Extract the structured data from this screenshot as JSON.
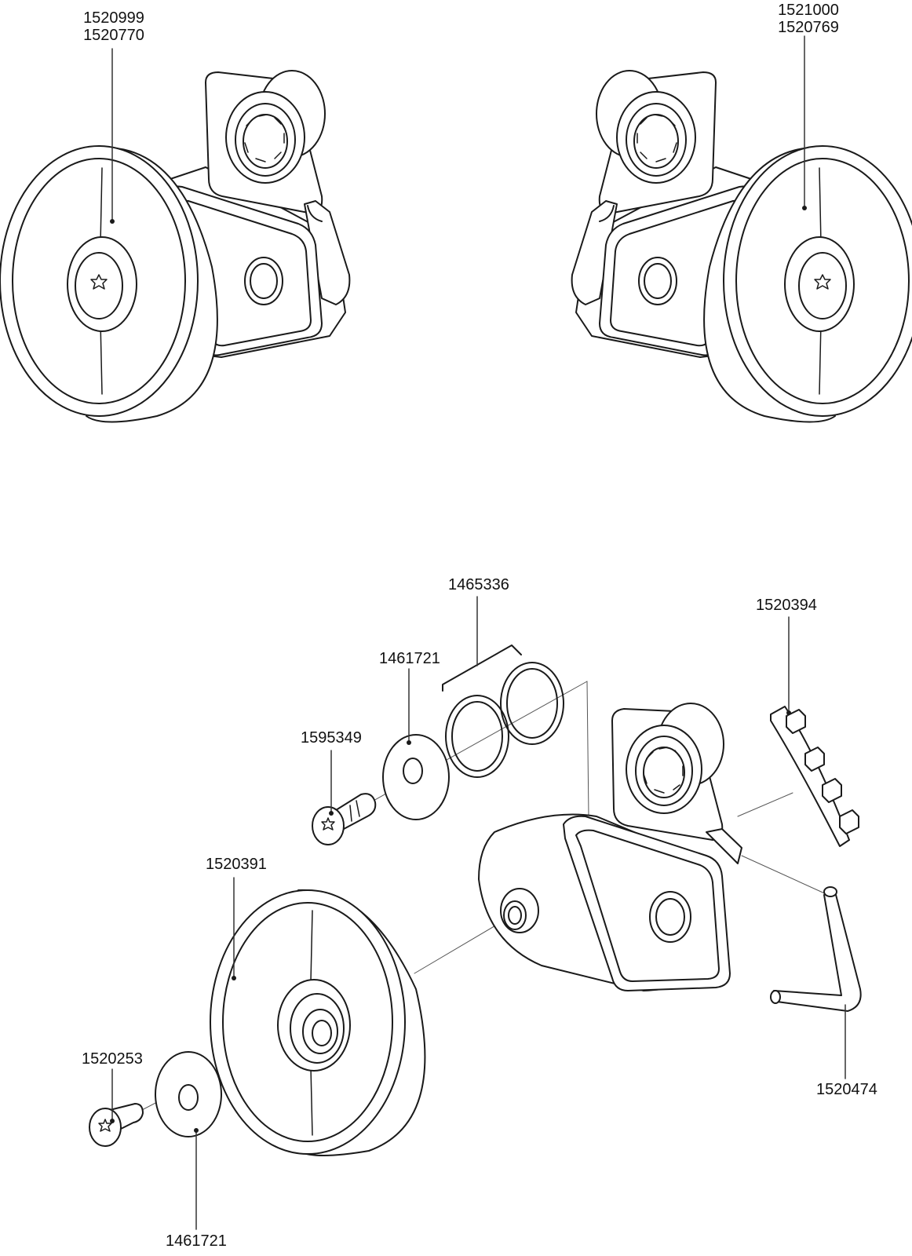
{
  "assembled_views": {
    "left_part_numbers": [
      "1520999",
      "1520770"
    ],
    "right_part_numbers": [
      "1521000",
      "1520769"
    ]
  },
  "exploded_view": {
    "callouts": {
      "kit_rings": "1465336",
      "washer_top": "1461721",
      "bolt_top": "1595349",
      "cleat_strip": "1520394",
      "wheel": "1520391",
      "bolt_bottom": "1520253",
      "washer_bottom": "1461721",
      "pin": "1520474"
    }
  },
  "colors": {
    "line": "#1a1a1a",
    "leader": "#333333",
    "fill": "#ffffff"
  }
}
